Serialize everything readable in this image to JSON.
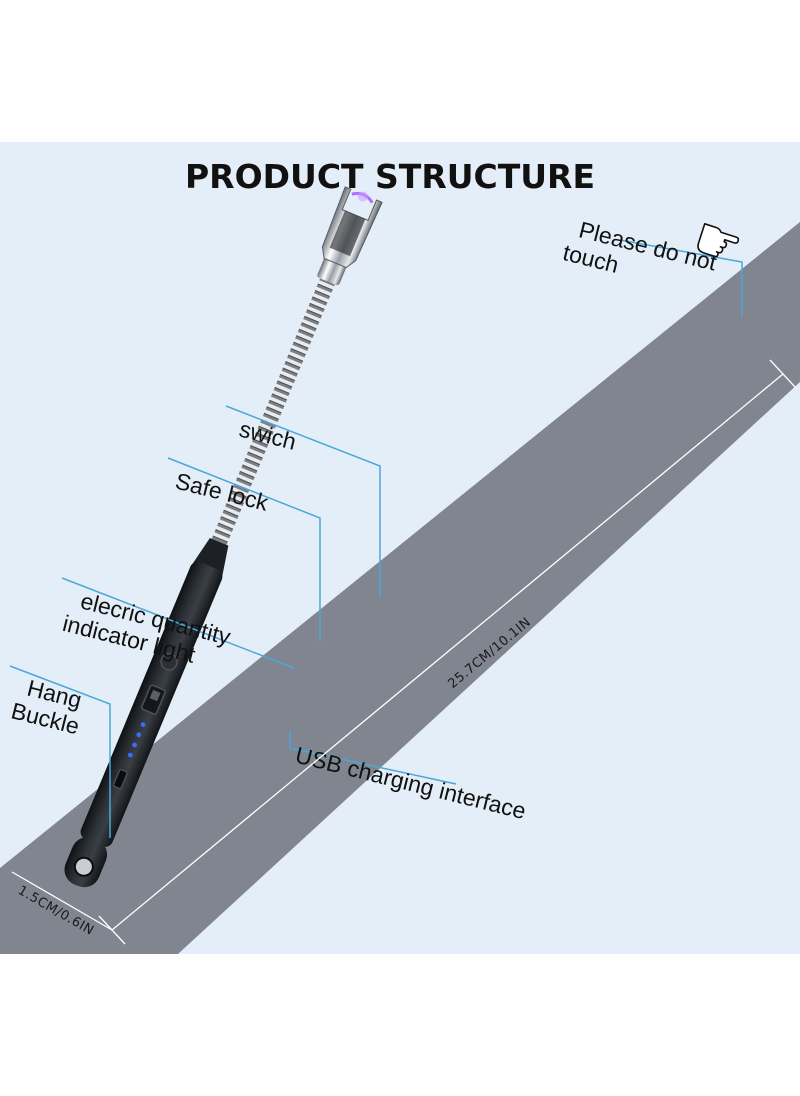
{
  "title": "PRODUCT STRUCTURE",
  "labels": {
    "warning_line1": "Please do not",
    "warning_line2": "touch",
    "switch": "swich",
    "safe_lock": "Safe lock",
    "indicator_line1": "elecric quantity",
    "indicator_line2": "indicator light",
    "hang_line1": "Hang",
    "hang_line2": "Buckle",
    "usb": "USB charging interface"
  },
  "dimensions": {
    "length": "25.7CM/10.1IN",
    "diameter": "1.5CM/0.6IN"
  },
  "colors": {
    "panel_light": "#e4eef8",
    "stripe": "#818590",
    "callout_line": "#4aa8d8",
    "body": "#23272c",
    "indicator": "#3a6cff",
    "arc": "#b070ff"
  }
}
